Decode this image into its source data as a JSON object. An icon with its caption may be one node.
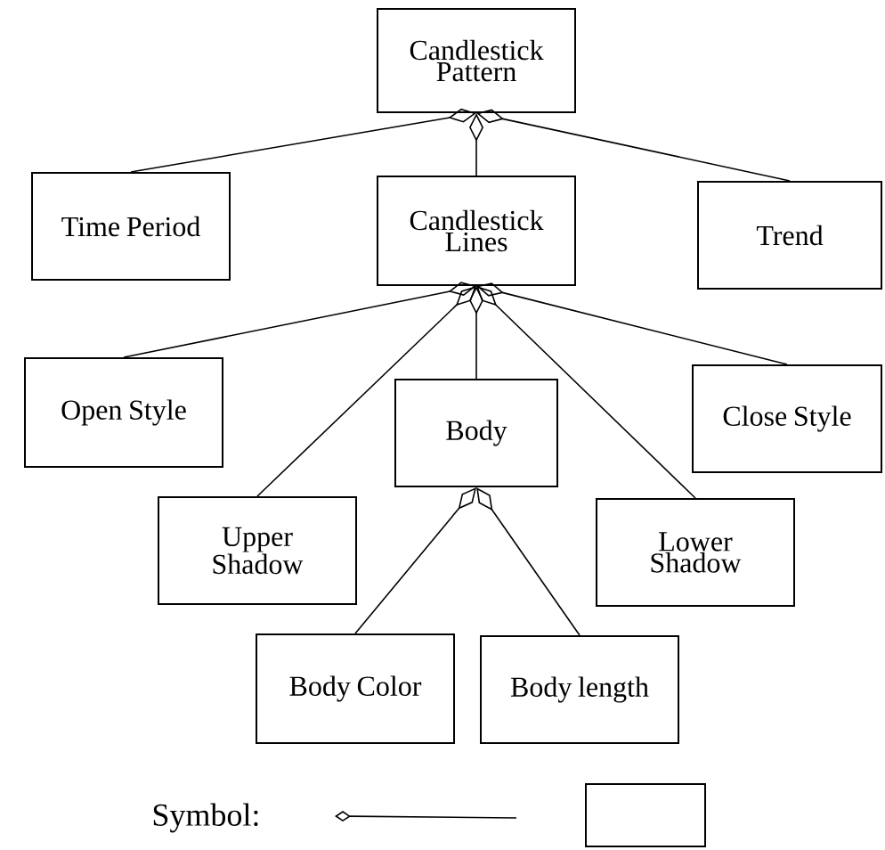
{
  "diagram": {
    "nodes": [
      {
        "text": [
          "Candlestick Pattern"
        ]
      },
      {
        "text": [
          "Time Period"
        ]
      },
      {
        "text": [
          "Candlestick Lines"
        ]
      },
      {
        "text": [
          "Trend"
        ]
      },
      {
        "text": [
          "Open Style"
        ]
      },
      {
        "text": [
          "Body"
        ]
      },
      {
        "text": [
          "Close Style"
        ]
      },
      {
        "text": [
          "Upper Shadow"
        ]
      },
      {
        "text": [
          "Lower Shadow"
        ]
      },
      {
        "text": [
          "Body Color"
        ]
      },
      {
        "text": [
          "Body length"
        ]
      },
      {
        "text": [],
        "shape": "box"
      }
    ],
    "edges": [
      {
        "from": 0,
        "to": 1,
        "arrow": "other"
      },
      {
        "from": 0,
        "to": 2,
        "arrow": "other"
      },
      {
        "from": 0,
        "to": 3,
        "arrow": "other"
      },
      {
        "from": 2,
        "to": 4,
        "arrow": "other"
      },
      {
        "from": 2,
        "to": 7,
        "arrow": "other"
      },
      {
        "from": 2,
        "to": 5,
        "arrow": "other"
      },
      {
        "from": 2,
        "to": 8,
        "arrow": "other"
      },
      {
        "from": 2,
        "to": 6,
        "arrow": "other"
      },
      {
        "from": 5,
        "to": 9,
        "arrow": "other"
      },
      {
        "from": 5,
        "to": 10,
        "arrow": "other"
      }
    ],
    "labels": [
      "Symbol:"
    ]
  }
}
